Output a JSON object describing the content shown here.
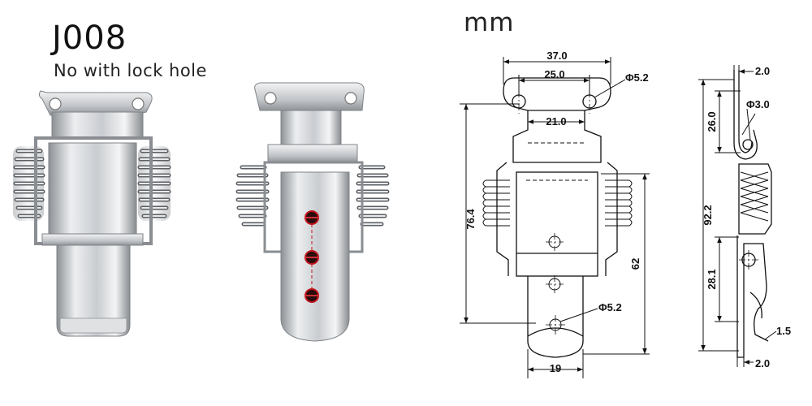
{
  "header": {
    "model": "J008",
    "note": "No with lock hole",
    "unit": "mm"
  },
  "dimensions": {
    "front": {
      "total_width": "37.0",
      "hole_spacing": "25.0",
      "hole_dia": "Φ5.2",
      "base_width": "21.0",
      "total_height": "76.4",
      "lower_height": "62",
      "bottom_hole_dia": "Φ5.2",
      "hook_width": "19"
    },
    "side": {
      "top_thickness": "2.0",
      "upper_length": "26.0",
      "pin_dia": "Φ3.0",
      "total_height": "92.2",
      "lower_length": "28.1",
      "tip_thickness": "1.5",
      "bottom_thickness": "2.0"
    }
  },
  "colors": {
    "metal_light": "#e6e7e9",
    "metal_mid": "#b9bcc0",
    "metal_dark": "#7c8084",
    "lock_hole_red": "#c0141b",
    "ink": "#111111"
  }
}
